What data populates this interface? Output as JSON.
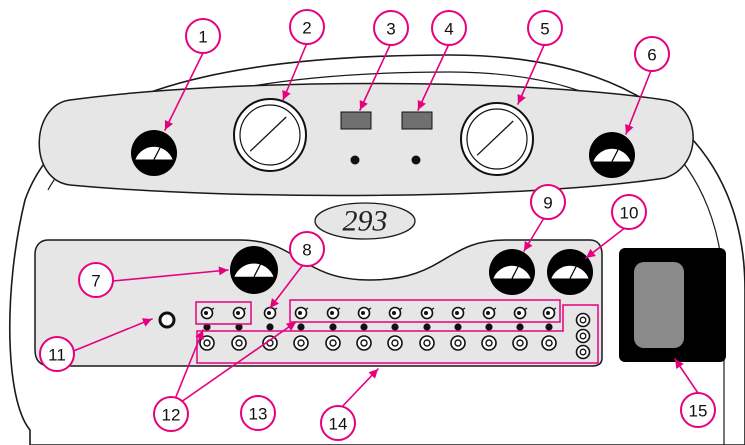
{
  "model_label": "293",
  "callouts": [
    "1",
    "2",
    "3",
    "4",
    "5",
    "6",
    "7",
    "8",
    "9",
    "10",
    "11",
    "12",
    "13",
    "14",
    "15"
  ],
  "colors": {
    "accent": "#e6007e",
    "panel_fill": "#e6e6e6",
    "outline": "#1a1a1a",
    "screen": "#000000",
    "screen_window": "#8a8a8a",
    "indicator": "#707070"
  }
}
